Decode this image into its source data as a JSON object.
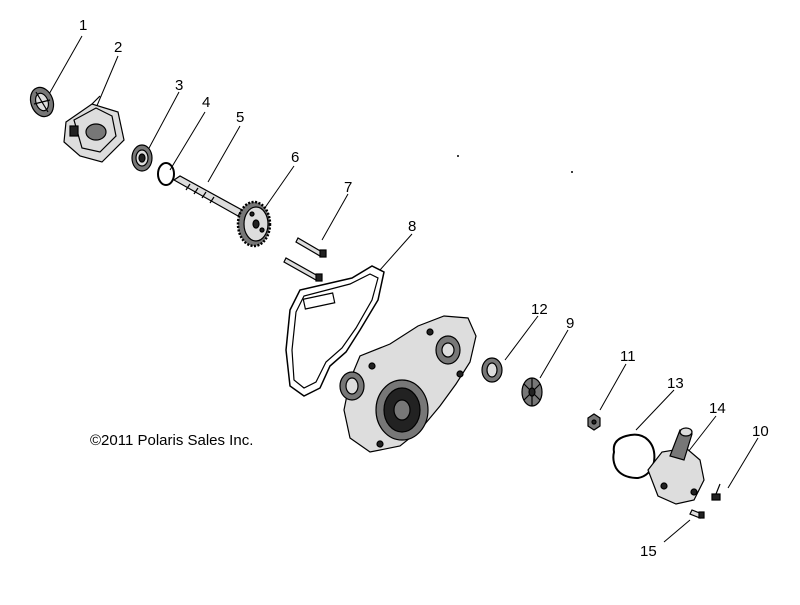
{
  "copyright": "©2011 Polaris Sales Inc.",
  "callouts": [
    {
      "id": "1",
      "label": "1"
    },
    {
      "id": "2",
      "label": "2"
    },
    {
      "id": "3",
      "label": "3"
    },
    {
      "id": "4",
      "label": "4"
    },
    {
      "id": "5",
      "label": "5"
    },
    {
      "id": "6",
      "label": "6"
    },
    {
      "id": "7",
      "label": "7"
    },
    {
      "id": "8",
      "label": "8"
    },
    {
      "id": "9",
      "label": "9"
    },
    {
      "id": "10",
      "label": "10"
    },
    {
      "id": "11",
      "label": "11"
    },
    {
      "id": "12",
      "label": "12"
    },
    {
      "id": "13",
      "label": "13"
    },
    {
      "id": "14",
      "label": "14"
    },
    {
      "id": "15",
      "label": "15"
    }
  ]
}
